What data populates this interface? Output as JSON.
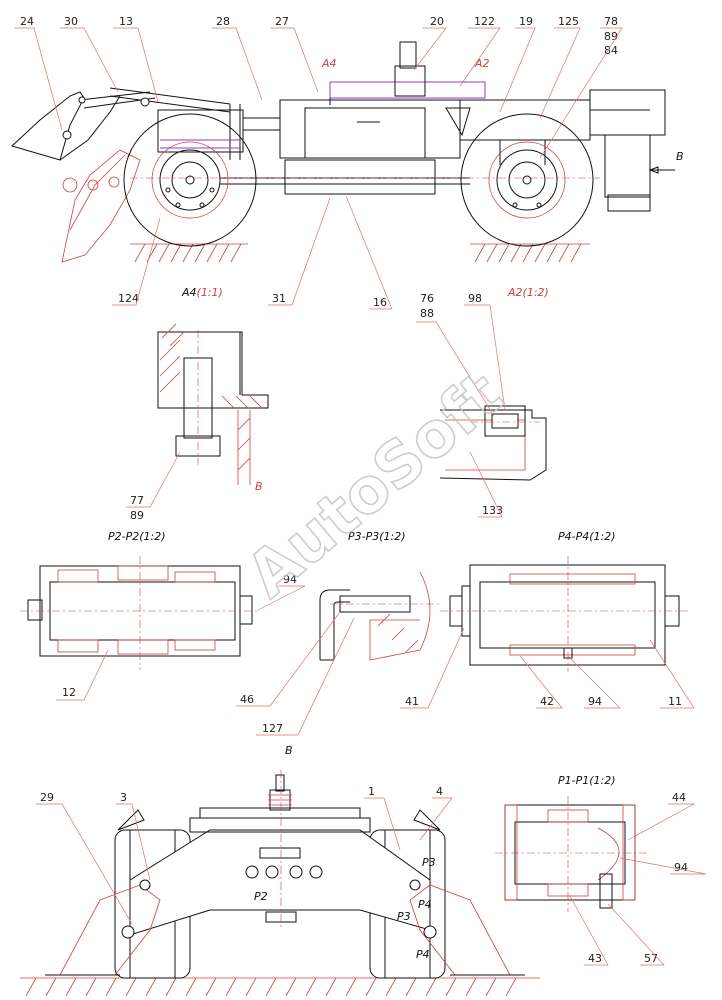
{
  "watermark": "AutoSoft",
  "accent": {
    "outline": "#111111",
    "red": "#d04040",
    "purple": "#8a3ccf"
  },
  "views": {
    "a4": "A4",
    "a4_scale": "(1:1)",
    "a2": "A2",
    "a2_scale": "(1:2)",
    "p2": "P2-P2(1:2)",
    "p3": "P3-P3(1:2)",
    "p4": "P4-P4(1:2)",
    "p1": "P1-P1(1:2)",
    "arrow_b_side": "B",
    "view_b": "B"
  },
  "callouts": {
    "c24": "24",
    "c30": "30",
    "c13": "13",
    "c28": "28",
    "c27": "27",
    "c20": "20",
    "c122": "122",
    "c19": "19",
    "c125": "125",
    "c78": "78",
    "c89a": "89",
    "c84": "84",
    "a4_tag": "A4",
    "a2_tag": "A2",
    "c124": "124",
    "c31": "31",
    "c16": "16",
    "c76": "76",
    "c88": "88",
    "c98": "98",
    "c77": "77",
    "c89b": "89",
    "c133": "133",
    "c94a": "94",
    "c12": "12",
    "c46": "46",
    "c127": "127",
    "c41": "41",
    "c42": "42",
    "c94b": "94",
    "c11": "11",
    "c29": "29",
    "c3": "3",
    "c1": "1",
    "c4": "4",
    "p3a": "P3",
    "p4a": "P4",
    "p3b": "P3",
    "p4b": "P4",
    "p2tag": "P2",
    "c44": "44",
    "c94c": "94",
    "c43": "43",
    "c57": "57"
  }
}
